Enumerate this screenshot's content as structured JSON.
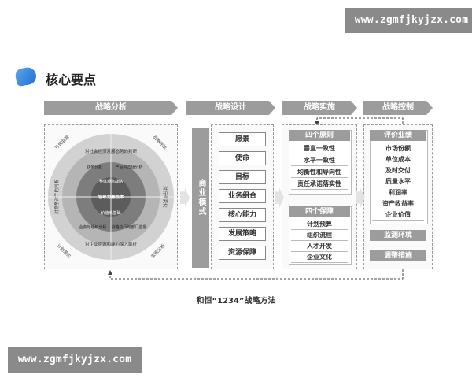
{
  "watermark_top": "www.zgmfjkyjzx.com",
  "watermark_bottom": "www.zgmfjkyjzx.com",
  "heading": "核心要点",
  "stages": [
    "战略分析",
    "战略设计",
    "战略实施",
    "战略控制"
  ],
  "analysis": {
    "center": "领导力量根本",
    "ring_inner": [
      "整体观点战略",
      "价值观基础"
    ],
    "ring_middle": [
      "财务分析",
      "产品与市场分析",
      "战略执行与部门监督",
      "业务与组织分析"
    ],
    "ring_outer": [
      "对社会经济发展态势的判断",
      "对企业资源和能力深入剖析",
      "对行业变化",
      "对竞争对手的判断"
    ],
    "corners": [
      "环境监测",
      "战略评估",
      "宏观分析",
      "计划落实"
    ]
  },
  "design": {
    "side_label": "商业模式",
    "items": [
      "愿景",
      "使命",
      "目标",
      "业务组合",
      "核心能力",
      "发展策略",
      "资源保障"
    ]
  },
  "implementation": {
    "group1_title": "四个原则",
    "group1_items": [
      "垂直一致性",
      "水平一致性",
      "均衡性和导向性",
      "责任承诺落实性"
    ],
    "group2_title": "四个保障",
    "group2_items": [
      "计划预算",
      "组织流程",
      "人才开发",
      "企业文化"
    ]
  },
  "control": {
    "group_title": "评价业绩",
    "group_items": [
      "市场份额",
      "单位成本",
      "及时交付",
      "质量水平",
      "利润率",
      "资产收益率",
      "企业价值"
    ],
    "extra": [
      "监测环境",
      "调整措施"
    ]
  },
  "caption": "和恒“1234”战略方法"
}
